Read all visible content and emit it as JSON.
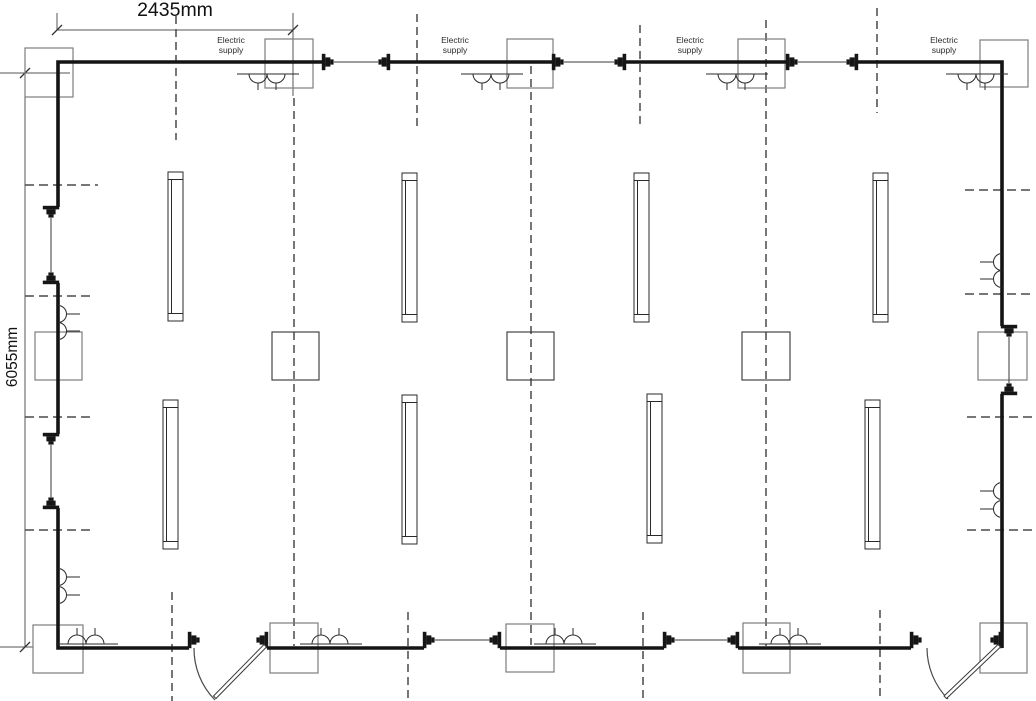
{
  "drawing": {
    "type": "lighting-electrical-floor-plan",
    "dimensions": {
      "width": "2435mm",
      "height": "6055mm"
    },
    "supply_labels": [
      "Electric supply",
      "Electric supply",
      "Electric supply",
      "Electric supply"
    ],
    "colors": {
      "background": "#ffffff",
      "cable_line": "#141414",
      "box_outline": "#7d7d7d",
      "dashed_grid": "#3d3d3d",
      "text": "#2b2b2b"
    },
    "legend": {
      "thick_line": "power-cable-run",
      "thin_line": "cable-link",
      "plug_symbol": "cable-connector-icon",
      "tall_rectangle": "fluorescent-light-fixture",
      "square": "junction-box",
      "dome_pair_on_edge": "ceiling-light-pair-icon",
      "dome_on_wall": "wall-light-icon",
      "quarter_arc": "door-swing",
      "dashed_line": "grid-reference-line"
    }
  }
}
